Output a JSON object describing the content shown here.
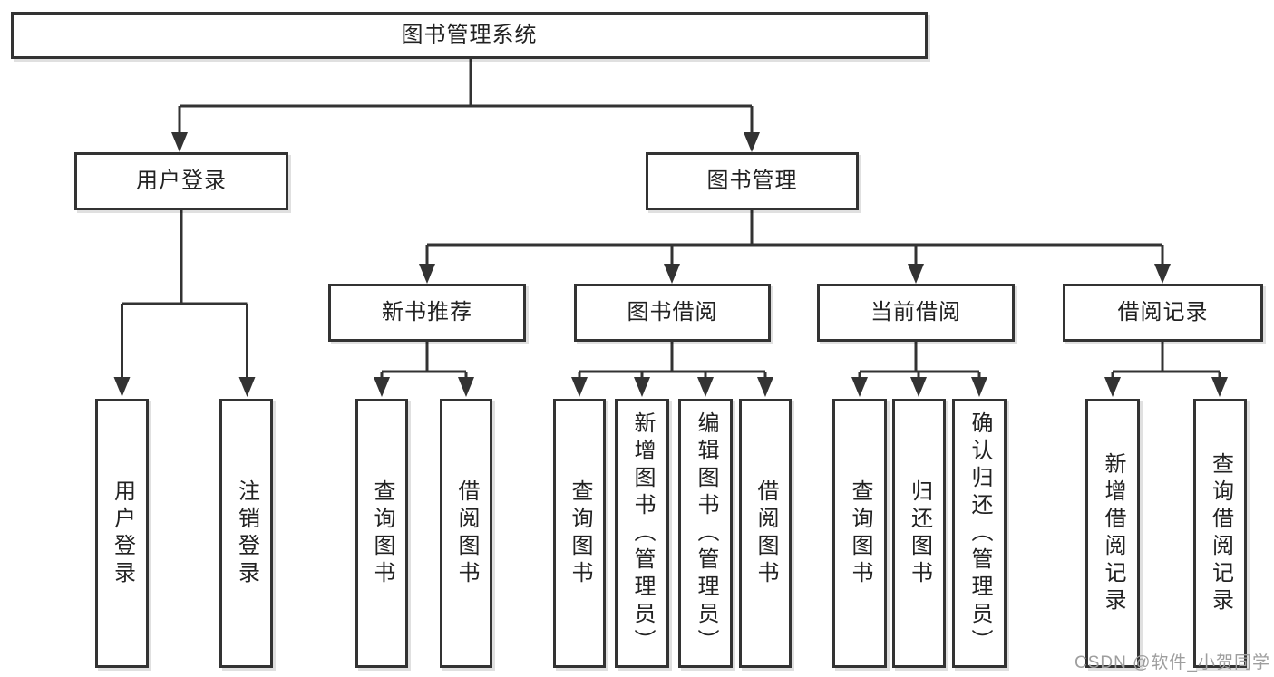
{
  "diagram_title": "图书管理系统",
  "tree": {
    "root": {
      "label": "图书管理系统"
    },
    "level2": [
      {
        "label": "用户登录",
        "parent": "图书管理系统"
      },
      {
        "label": "图书管理",
        "parent": "图书管理系统"
      }
    ],
    "level3": [
      {
        "label": "新书推荐",
        "parent": "图书管理"
      },
      {
        "label": "图书借阅",
        "parent": "图书管理"
      },
      {
        "label": "当前借阅",
        "parent": "图书管理"
      },
      {
        "label": "借阅记录",
        "parent": "图书管理"
      }
    ],
    "leaves": [
      {
        "label": "用户登录",
        "parent": "用户登录"
      },
      {
        "label": "注销登录",
        "parent": "用户登录"
      },
      {
        "label": "查询图书",
        "parent": "新书推荐"
      },
      {
        "label": "借阅图书",
        "parent": "新书推荐"
      },
      {
        "label": "查询图书",
        "parent": "图书借阅"
      },
      {
        "label": "新增图书（管理员）",
        "parent": "图书借阅"
      },
      {
        "label": "编辑图书（管理员）",
        "parent": "图书借阅"
      },
      {
        "label": "借阅图书",
        "parent": "图书借阅"
      },
      {
        "label": "查询图书",
        "parent": "当前借阅"
      },
      {
        "label": "归还图书",
        "parent": "当前借阅"
      },
      {
        "label": "确认归还（管理员）",
        "parent": "当前借阅"
      },
      {
        "label": "新增借阅记录",
        "parent": "借阅记录"
      },
      {
        "label": "查询借阅记录",
        "parent": "借阅记录"
      }
    ]
  },
  "watermark": {
    "text": "CSDN @软件_小贺同学"
  },
  "colors": {
    "line": "#333333",
    "box_border": "#333333",
    "text": "#222222",
    "background": "#ffffff",
    "watermark": "#9e9e9e"
  }
}
